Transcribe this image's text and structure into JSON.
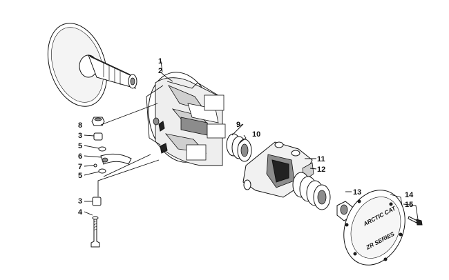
{
  "diagram": {
    "callouts": [
      "1",
      "2",
      "3",
      "4",
      "5",
      "6",
      "7",
      "8",
      "9",
      "10",
      "11",
      "12",
      "13",
      "14",
      "15"
    ],
    "cover_logo": {
      "line1": "ARCTIC CAT",
      "line2": "ZR SERIES"
    }
  }
}
